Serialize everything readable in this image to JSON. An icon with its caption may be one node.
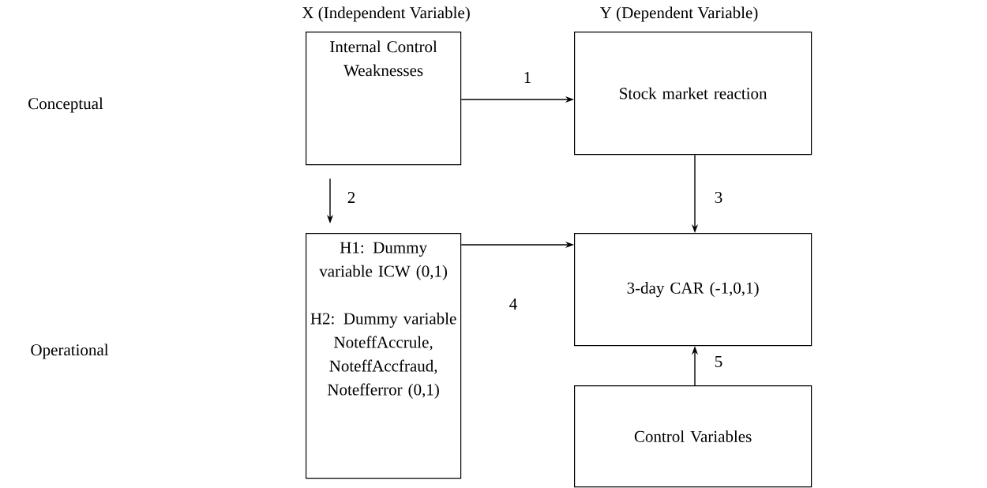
{
  "diagram": {
    "nodes": [
      {
        "text": [
          "Internal Control Weaknesses"
        ]
      },
      {
        "text": [
          "Stock market reaction"
        ]
      },
      {
        "text": [
          "H1: Dummy variable ICW (0,1)",
          "H2: Dummy variable NoteffAccrule, NoteffAccfraud, Notefferror (0,1)"
        ]
      },
      {
        "text": [
          "3-day CAR (-1,0,1)"
        ]
      },
      {
        "text": [
          "Control Variables"
        ]
      }
    ],
    "edges": [
      {
        "from": 0,
        "to": 1,
        "arrow": "to",
        "label": "1"
      },
      {
        "from": 0,
        "to": 2,
        "arrow": "to",
        "label": "2"
      },
      {
        "from": 1,
        "to": 3,
        "arrow": "to",
        "label": "3"
      },
      {
        "from": 2,
        "to": 3,
        "arrow": "to",
        "label": "4"
      },
      {
        "from": 4,
        "to": 3,
        "arrow": "to",
        "label": "5"
      }
    ],
    "labels": [
      "X (Independent Variable)",
      "Y (Dependent Variable)",
      "Conceptual",
      "Operational"
    ]
  }
}
